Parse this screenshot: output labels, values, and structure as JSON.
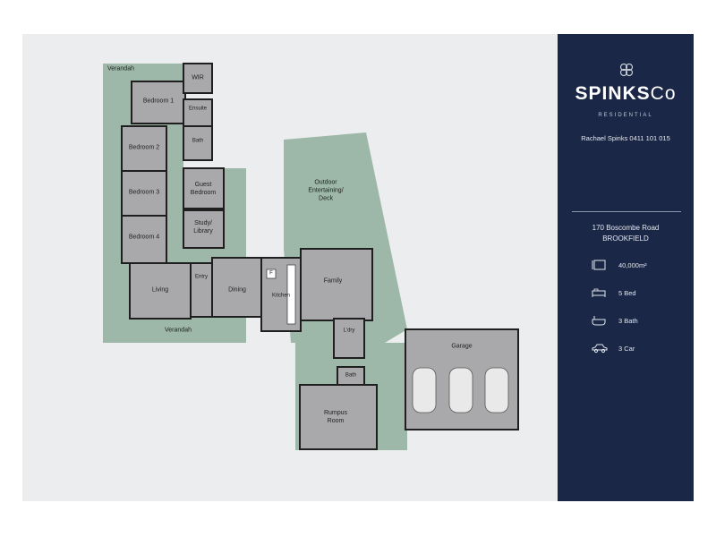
{
  "rooms": {
    "verandah_top": "Verandah",
    "wir": "WIR",
    "bedroom1": "Bedroom 1",
    "ensuite": "Ensuite",
    "bath_main": "Bath",
    "bedroom2": "Bedroom 2",
    "bedroom3": "Bedroom 3",
    "bedroom4": "Bedroom 4",
    "guest_bedroom": "Guest\nBedroom",
    "study_library": "Study/\nLibrary",
    "living": "Living",
    "entry": "Entry",
    "dining": "Dining",
    "kitchen": "Kitchen",
    "fridge": "F",
    "family": "Family",
    "outdoor": "Outdoor\nEntertaining/\nDeck",
    "laundry": "L'dry",
    "verandah_bottom": "Verandah",
    "bath_small": "Bath",
    "rumpus": "Rumpus\nRoom",
    "garage": "Garage"
  },
  "panel": {
    "brand_bold": "SPINKS",
    "brand_light": "Co",
    "brand_sub": "RESIDENTIAL",
    "agent": "Rachael Spinks  0411 101 015",
    "address_line1": "170 Boscombe Road",
    "address_line2": "BROOKFIELD",
    "land": "40,000m²",
    "beds": "5 Bed",
    "baths": "3 Bath",
    "cars": "3 Car"
  },
  "colors": {
    "background": "#ecedee",
    "green_area": "#9db8a8",
    "room_fill": "#a9a9ab",
    "wall": "#1f1f1f",
    "panel": "#1a2746"
  },
  "icons": [
    "spinks-logo-icon",
    "land-area-icon",
    "bed-icon",
    "bath-icon",
    "car-icon"
  ]
}
